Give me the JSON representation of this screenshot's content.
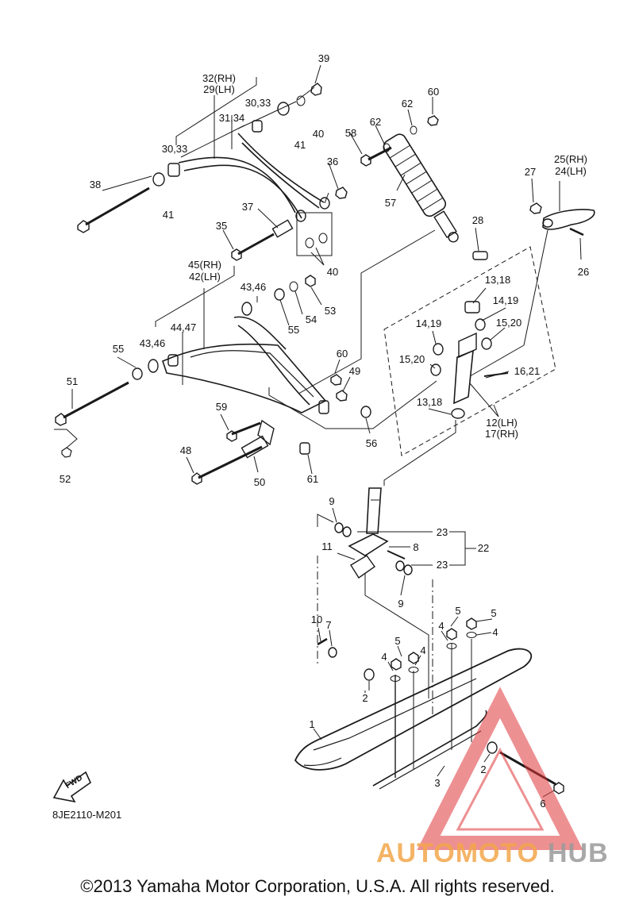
{
  "callouts": [
    {
      "id": "c39",
      "text": "39"
    },
    {
      "id": "c32rh",
      "text": "32(RH)"
    },
    {
      "id": "c29lh",
      "text": "29(LH)"
    },
    {
      "id": "c60a",
      "text": "60"
    },
    {
      "id": "c62a",
      "text": "62"
    },
    {
      "id": "c3033a",
      "text": "30,33"
    },
    {
      "id": "c3134",
      "text": "31,34"
    },
    {
      "id": "c40a",
      "text": "40"
    },
    {
      "id": "c41a",
      "text": "41"
    },
    {
      "id": "c58",
      "text": "58"
    },
    {
      "id": "c62b",
      "text": "62"
    },
    {
      "id": "c3033b",
      "text": "30,33"
    },
    {
      "id": "c36",
      "text": "36"
    },
    {
      "id": "c25rh",
      "text": "25(RH)"
    },
    {
      "id": "c24lh",
      "text": "24(LH)"
    },
    {
      "id": "c27",
      "text": "27"
    },
    {
      "id": "c38",
      "text": "38"
    },
    {
      "id": "c41b",
      "text": "41"
    },
    {
      "id": "c57",
      "text": "57"
    },
    {
      "id": "c37",
      "text": "37"
    },
    {
      "id": "c35",
      "text": "35"
    },
    {
      "id": "c28",
      "text": "28"
    },
    {
      "id": "c26",
      "text": "26"
    },
    {
      "id": "c40b",
      "text": "40"
    },
    {
      "id": "c45rh",
      "text": "45(RH)"
    },
    {
      "id": "c42lh",
      "text": "42(LH)"
    },
    {
      "id": "c1318a",
      "text": "13,18"
    },
    {
      "id": "c4346a",
      "text": "43,46"
    },
    {
      "id": "c53",
      "text": "53"
    },
    {
      "id": "c54",
      "text": "54"
    },
    {
      "id": "c1419a",
      "text": "14,19"
    },
    {
      "id": "c55a",
      "text": "55"
    },
    {
      "id": "c4447",
      "text": "44,47"
    },
    {
      "id": "c1419b",
      "text": "14,19"
    },
    {
      "id": "c1520a",
      "text": "15,20"
    },
    {
      "id": "c4346b",
      "text": "43,46"
    },
    {
      "id": "c55b",
      "text": "55"
    },
    {
      "id": "c60b",
      "text": "60"
    },
    {
      "id": "c1520b",
      "text": "15,20"
    },
    {
      "id": "c49",
      "text": "49"
    },
    {
      "id": "c1621",
      "text": "16,21"
    },
    {
      "id": "c51",
      "text": "51"
    },
    {
      "id": "c1318b",
      "text": "13,18"
    },
    {
      "id": "c59",
      "text": "59"
    },
    {
      "id": "c12lh",
      "text": "12(LH)"
    },
    {
      "id": "c17rh",
      "text": "17(RH)"
    },
    {
      "id": "c56",
      "text": "56"
    },
    {
      "id": "c48",
      "text": "48"
    },
    {
      "id": "c52",
      "text": "52"
    },
    {
      "id": "c50",
      "text": "50"
    },
    {
      "id": "c61",
      "text": "61"
    },
    {
      "id": "c9a",
      "text": "9"
    },
    {
      "id": "c23a",
      "text": "23"
    },
    {
      "id": "c11",
      "text": "11"
    },
    {
      "id": "c8",
      "text": "8"
    },
    {
      "id": "c22",
      "text": "22"
    },
    {
      "id": "c23b",
      "text": "23"
    },
    {
      "id": "c9b",
      "text": "9"
    },
    {
      "id": "c10",
      "text": "10"
    },
    {
      "id": "c7",
      "text": "7"
    },
    {
      "id": "c5a",
      "text": "5"
    },
    {
      "id": "c5b",
      "text": "5"
    },
    {
      "id": "c4a",
      "text": "4"
    },
    {
      "id": "c4b",
      "text": "4"
    },
    {
      "id": "c5c",
      "text": "5"
    },
    {
      "id": "c4c",
      "text": "4"
    },
    {
      "id": "c4d",
      "text": "4"
    },
    {
      "id": "c2a",
      "text": "2"
    },
    {
      "id": "c1",
      "text": "1"
    },
    {
      "id": "c2b",
      "text": "2"
    },
    {
      "id": "c3",
      "text": "3"
    },
    {
      "id": "c6",
      "text": "6"
    }
  ],
  "fwd_label": "FWD",
  "diagram_code": "8JE2110-M201",
  "watermark": {
    "auto": "AUTOMOTO",
    "hub": "HUB"
  },
  "copyright": "©2013 Yamaha Motor Corporation, U.S.A. All rights reserved.",
  "colors": {
    "line": "#1a1a1a",
    "watermark_red": "#e0373a",
    "watermark_orange": "#f3a64b",
    "watermark_gray": "#9a9a9a"
  }
}
